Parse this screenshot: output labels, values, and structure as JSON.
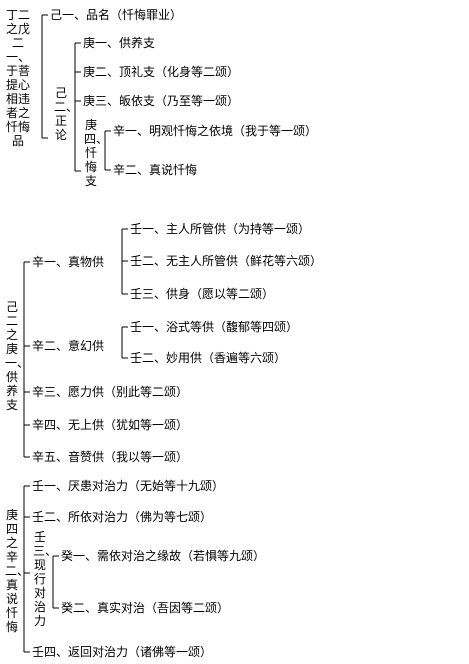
{
  "section1": {
    "root": "丁二之戊二一、于菩提心相违者之忏悔品",
    "ji1": "己一、品名（忏悔罪业）",
    "ji2": "己二、正论",
    "geng1": "庚一、供养支",
    "geng2": "庚二、顶礼支（化身等二颂）",
    "geng3": "庚三、皈依支（乃至等一颂）",
    "geng4": "庚四、忏悔支",
    "xin1": "辛一、明观忏悔之依境（我于等一颂）",
    "xin2": "辛二、真说忏悔"
  },
  "section2": {
    "root": "己二之庚一、供养支",
    "xin1": "辛一、真物供",
    "ren1": "壬一、主人所管供（为持等一颂）",
    "ren2": "壬二、无主人所管供（鲜花等六颂）",
    "ren3": "壬三、供身（愿以等二颂）",
    "xin2": "辛二、意幻供",
    "ren2_1": "壬一、浴式等供（馥郁等四颂）",
    "ren2_2": "壬二、妙用供（香遍等六颂）",
    "xin3": "辛三、愿力供（别此等二颂）",
    "xin4": "辛四、无上供（犹如等一颂）",
    "xin5": "辛五、音赞供（我以等一颂）"
  },
  "section3": {
    "root": "庚四之辛二、真说忏悔",
    "ren1": "壬一、厌患对治力（无始等十九颂）",
    "ren2": "壬二、所依对治力（佛为等七颂）",
    "ren3": "壬三、现行对治力",
    "gui1": "癸一、需依对治之缘故（若惧等九颂）",
    "gui2": "癸二、真实对治（吾因等二颂）",
    "ren4": "壬四、返回对治力（诸佛等一颂）"
  }
}
